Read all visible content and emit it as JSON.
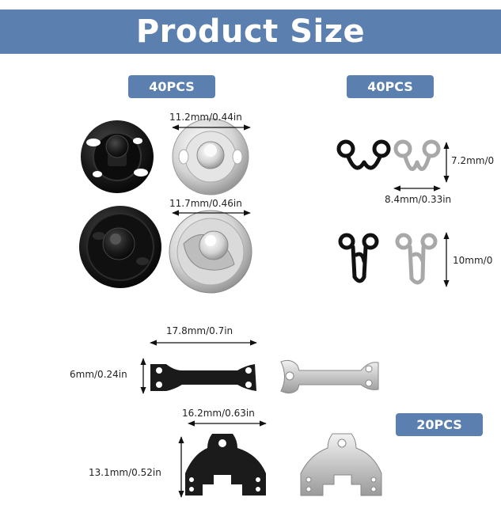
{
  "banner": {
    "title": "Product Size"
  },
  "badges": {
    "snaps": "40PCS",
    "hook_eyes": "40PCS",
    "trouser_hooks": "20PCS"
  },
  "dimensions": {
    "snap_small": "11.2mm/0.44in",
    "snap_large": "11.7mm/0.46in",
    "hook_eye_height": "7.2mm/0",
    "hook_eye_width": "8.4mm/0.33in",
    "hook_height": "10mm/0",
    "bar_width": "17.8mm/0.7in",
    "bar_height": "6mm/0.24in",
    "plate_width": "16.2mm/0.63in",
    "plate_height": "13.1mm/0.52in"
  },
  "colors": {
    "accent": "#5b80b0",
    "black_metal": "#161616",
    "silver_metal": "#c9c9c9"
  }
}
